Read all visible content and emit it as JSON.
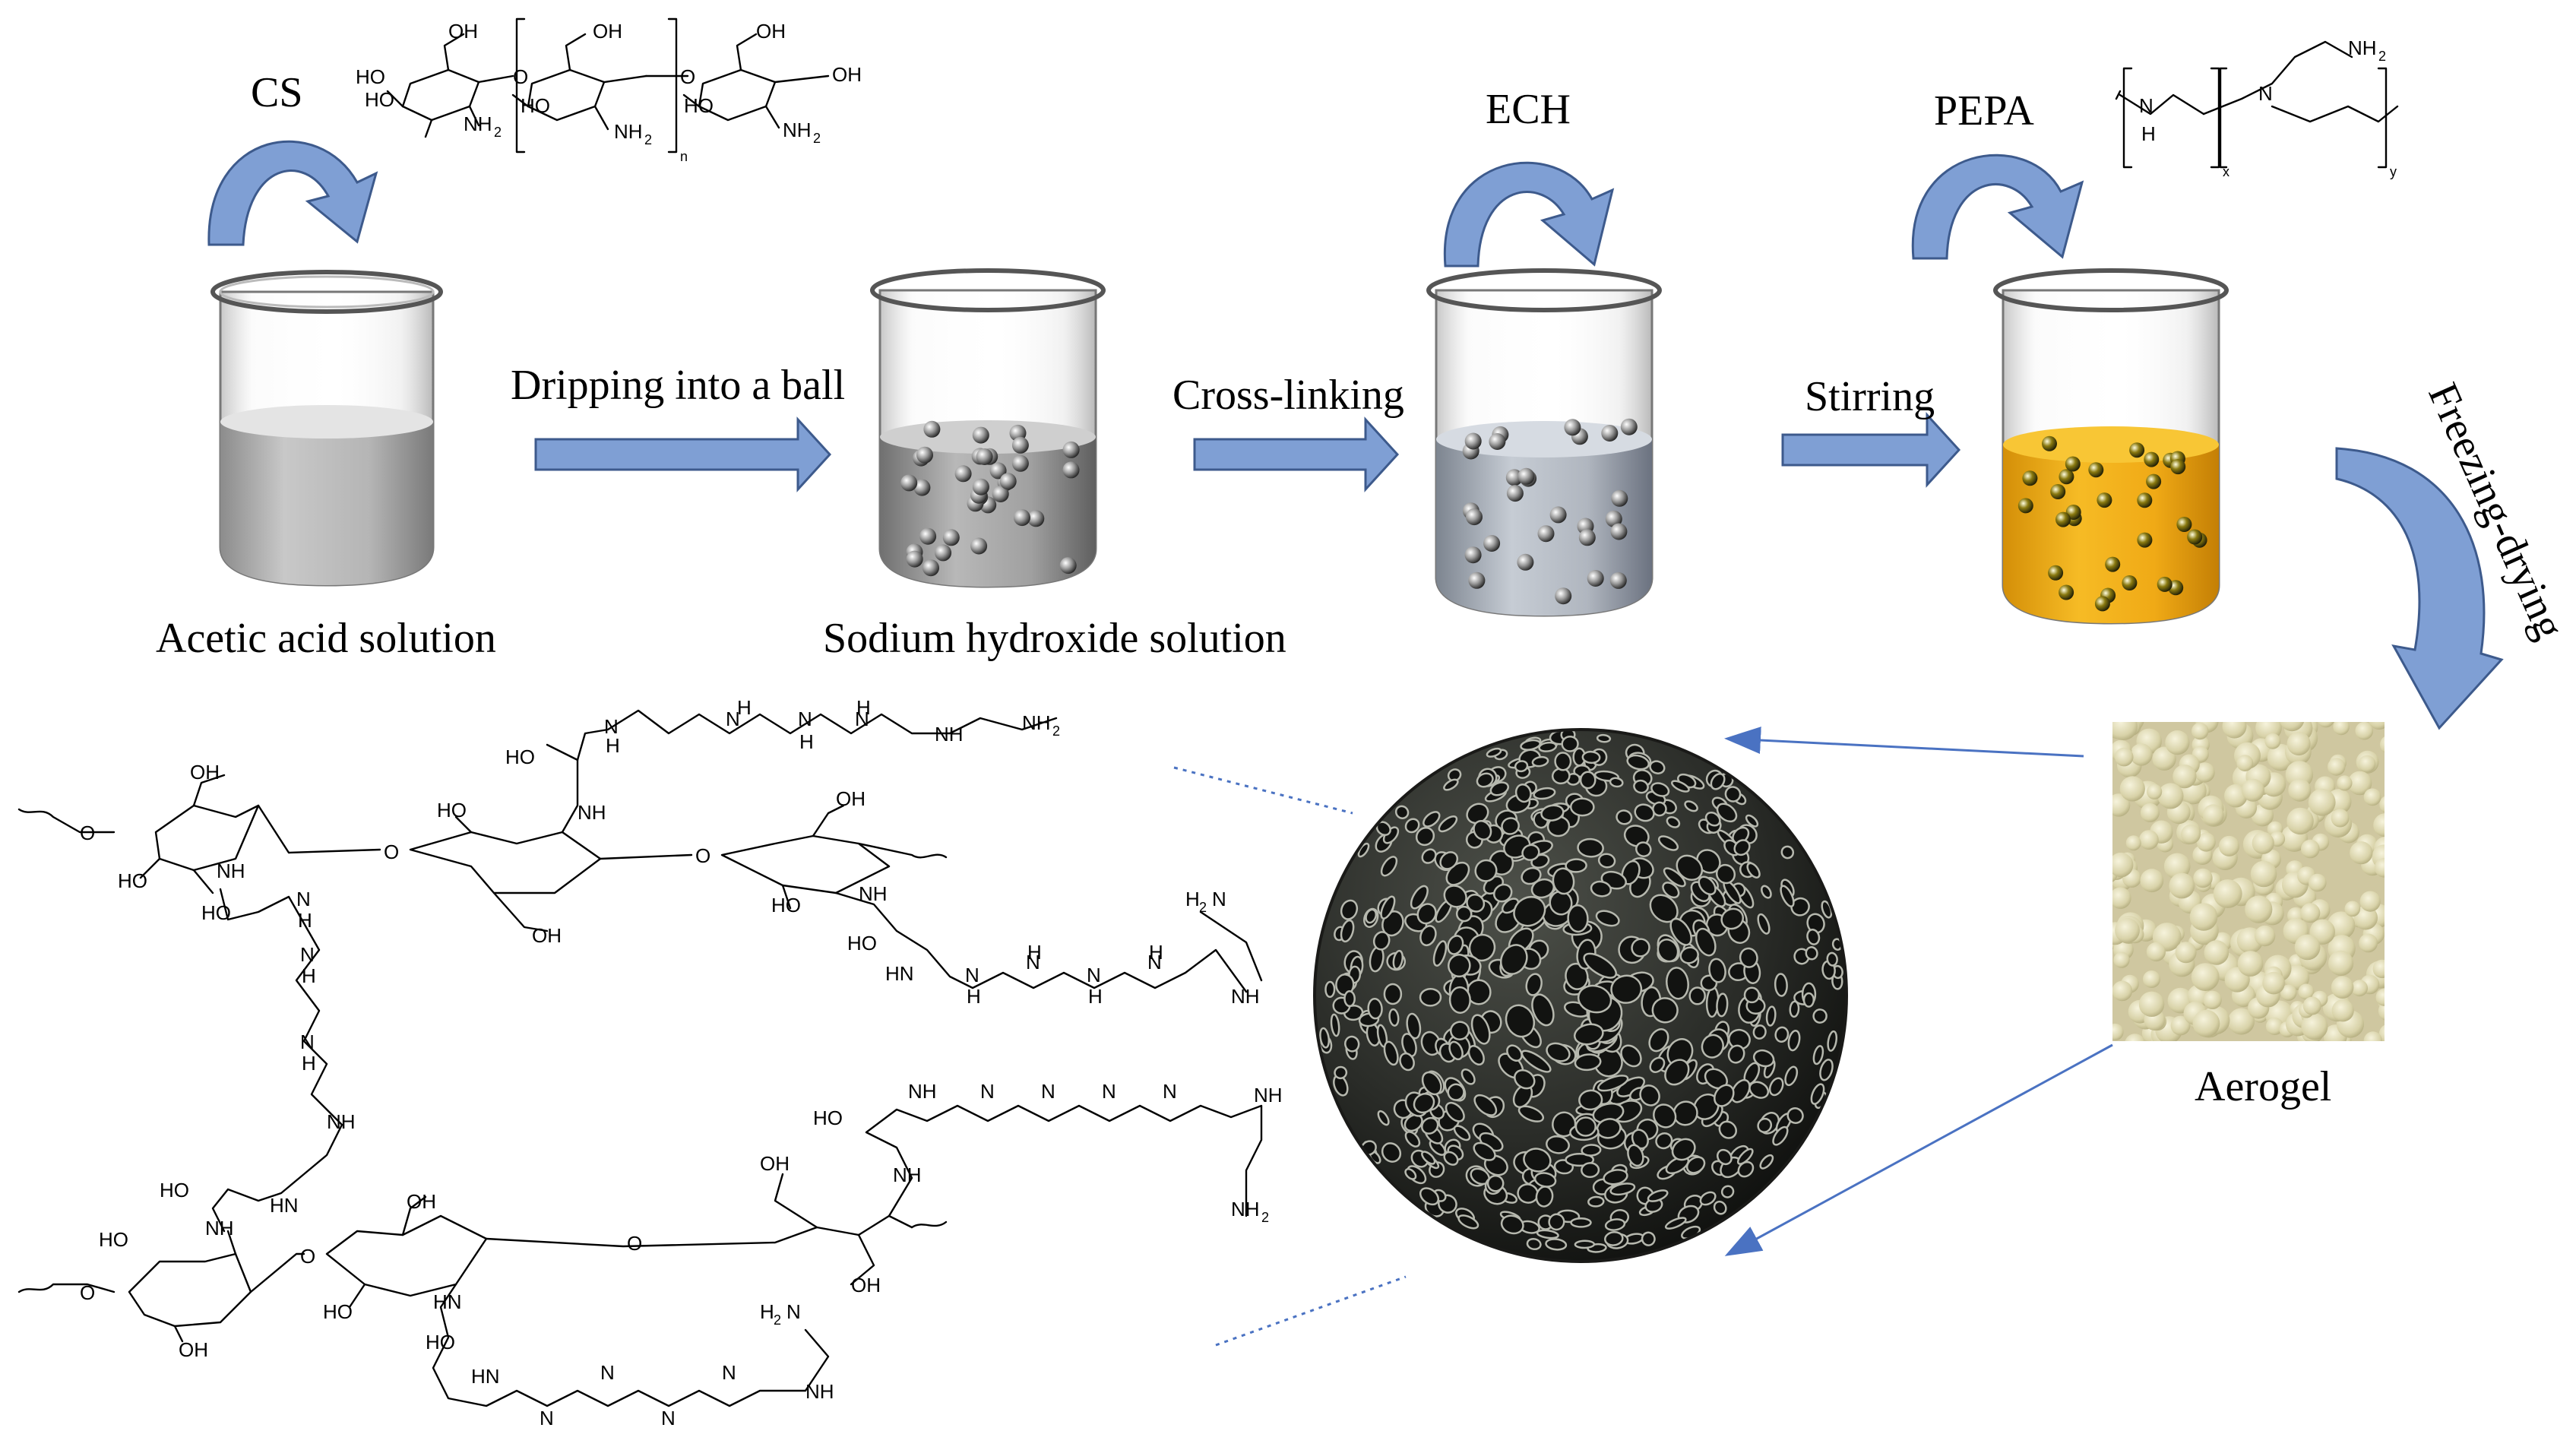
{
  "reagents": {
    "cs": "CS",
    "ech": "ECH",
    "pepa": "PEPA"
  },
  "steps": {
    "dripping": "Dripping into a ball",
    "crosslinking": "Cross-linking",
    "stirring": "Stirring",
    "freezing": "Freezing-drying"
  },
  "solutions": {
    "acetic": "Acetic acid solution",
    "sodium": "Sodium hydroxide solution"
  },
  "product": {
    "aerogel": "Aerogel"
  },
  "chitosan_structure": {
    "oh": "OH",
    "ho": "HO",
    "nh2": "NH",
    "sub2": "2",
    "o": "O",
    "n": "n"
  },
  "pepa_structure": {
    "n": "N",
    "h": "H",
    "nh2": "NH",
    "sub2": "2",
    "x": "x",
    "y": "y"
  },
  "network_structure": {
    "ho": "HO",
    "oh": "OH",
    "o": "O",
    "nh": "NH",
    "hn": "HN",
    "nh2": "NH",
    "h2n": "H",
    "sub2": "2",
    "n": "N",
    "h": "H"
  },
  "colors": {
    "arrow_fill": "#7f9fd4",
    "arrow_stroke": "#3d5a8c",
    "pepa_solution": "#f2b21f",
    "link_arrow": "#4a72c2"
  }
}
